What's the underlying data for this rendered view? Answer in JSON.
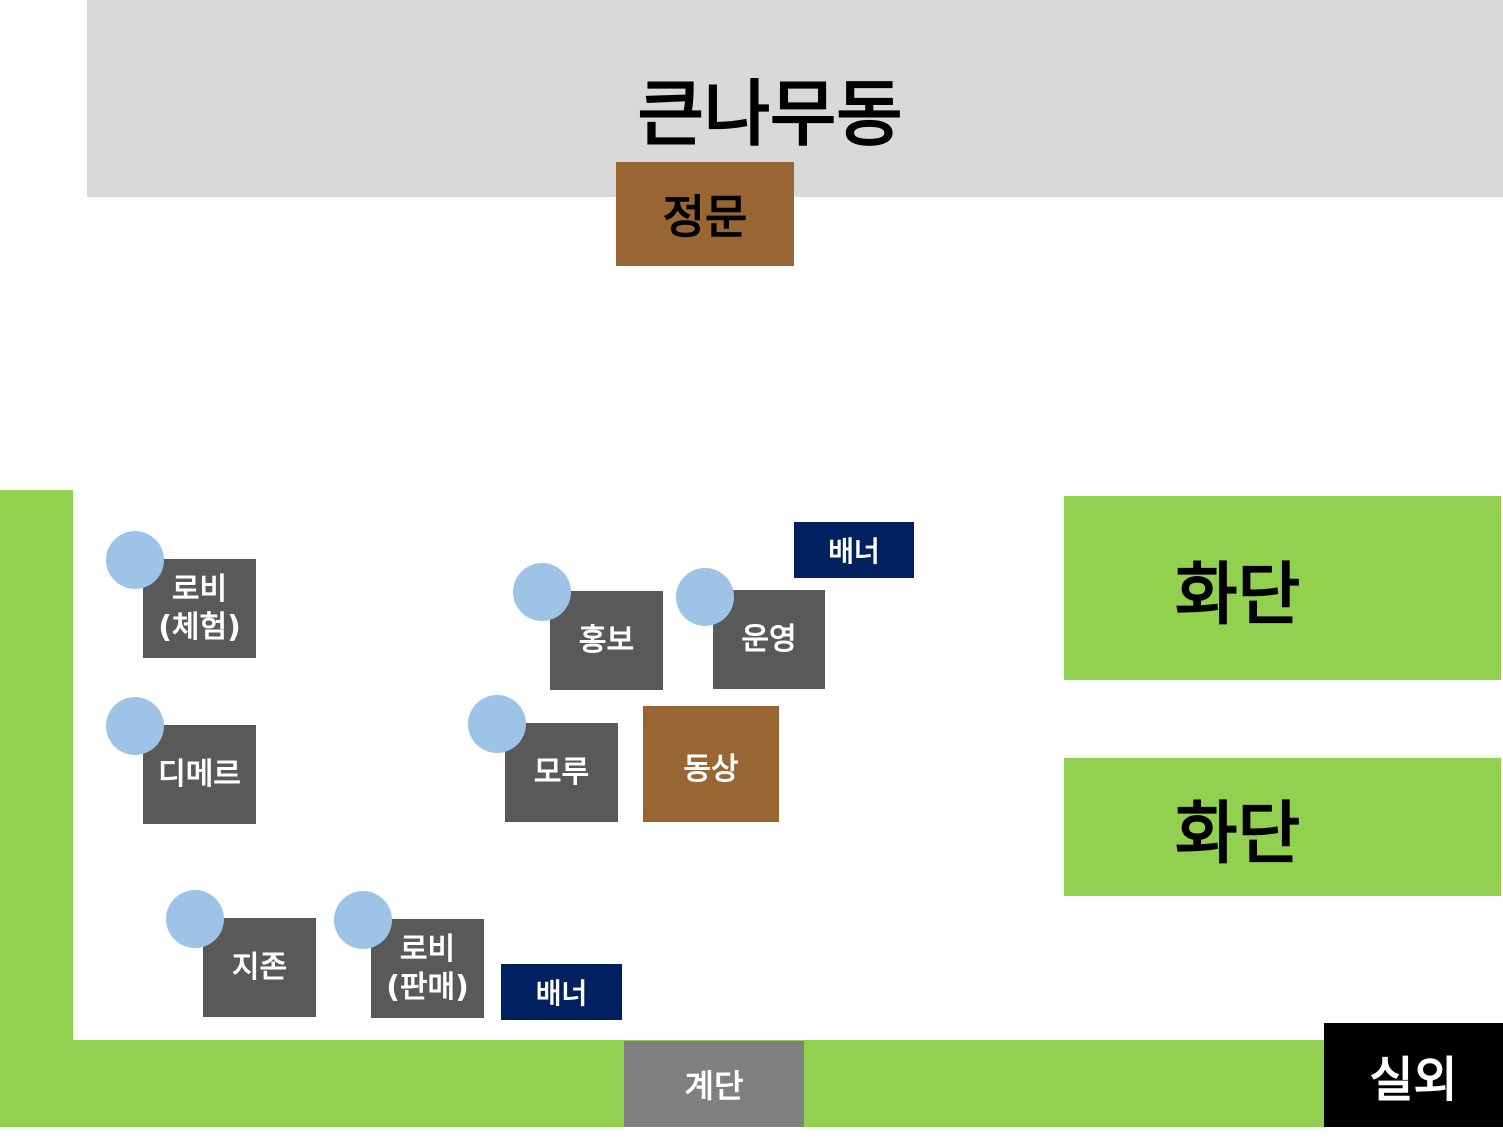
{
  "building": {
    "title": "큰나무동"
  },
  "main_gate": {
    "label": "정문"
  },
  "flower_beds": [
    {
      "label": "화단"
    },
    {
      "label": "화단"
    }
  ],
  "banners": [
    {
      "label": "배너"
    },
    {
      "label": "배너"
    }
  ],
  "booths": [
    {
      "label": "로비\n(체험)"
    },
    {
      "label": "디메르"
    },
    {
      "label": "홍보"
    },
    {
      "label": "운영"
    },
    {
      "label": "모루"
    },
    {
      "label": "지존"
    },
    {
      "label": "로비\n(판매)"
    }
  ],
  "statue": {
    "label": "동상"
  },
  "stairs": {
    "label": "계단"
  },
  "outdoor": {
    "label": "실외"
  },
  "colors": {
    "building": "#d9d9d9",
    "green": "#92d050",
    "booth": "#595959",
    "brown": "#996633",
    "banner": "#002060",
    "marker": "#9dc3e6"
  }
}
